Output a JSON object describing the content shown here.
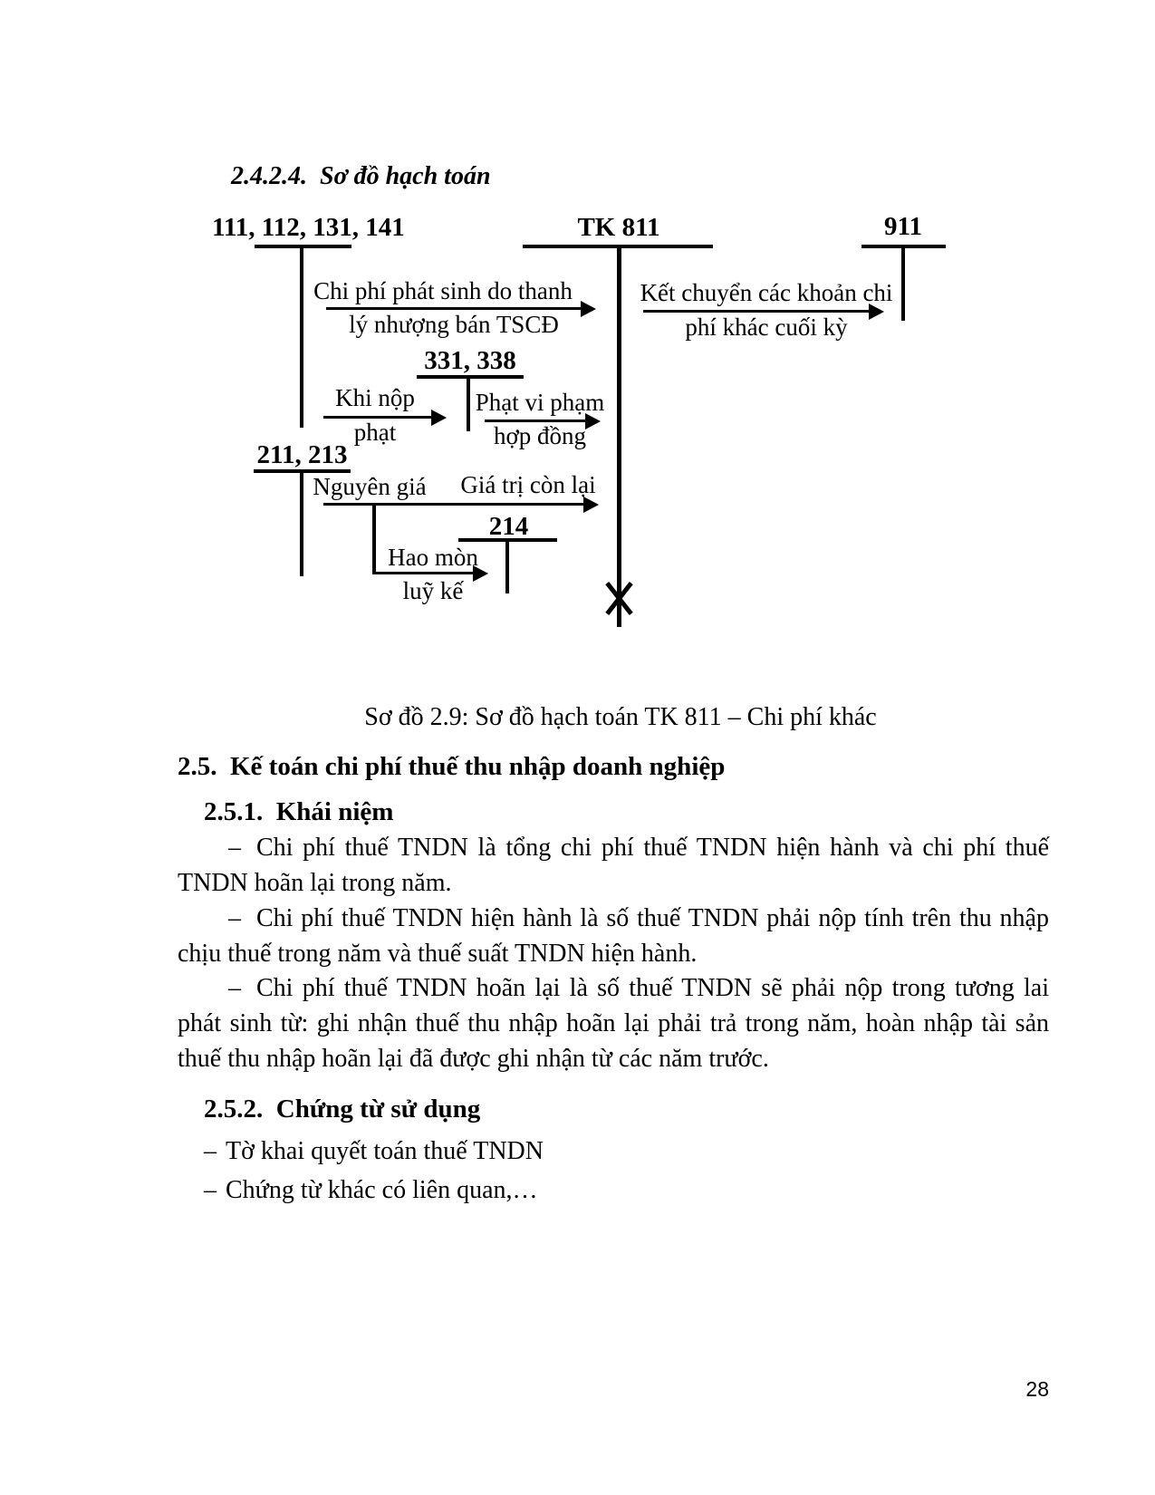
{
  "page": {
    "number": "28",
    "background": "#ffffff",
    "ink": "#000000"
  },
  "headings": {
    "h2424": "2.4.2.4.  Sơ đồ hạch toán",
    "h25": "2.5.  Kế toán chi phí thuế thu nhập doanh nghiệp",
    "h251": "2.5.1.  Khái niệm",
    "h252": "2.5.2.  Chứng từ sử dụng"
  },
  "diagram": {
    "accounts": {
      "a111": "111, 112, 131, 141",
      "tk811": "TK 811",
      "a911": "911",
      "a331": "331, 338",
      "a211": "211, 213",
      "a214": "214"
    },
    "flows": {
      "thanh_ly_1": "Chi phí phát sinh do thanh",
      "thanh_ly_2": "lý nhượng bán TSCĐ",
      "ket_chuyen_1": "Kết chuyển các khoản chi",
      "ket_chuyen_2": "phí khác cuối kỳ",
      "khi_nop_1": "Khi nộp",
      "khi_nop_2": "phạt",
      "phat_1": "Phạt vi phạm",
      "phat_2": "hợp đồng",
      "nguyen_gia": "Nguyên giá",
      "gia_tri_con_lai": "Giá trị còn lại",
      "hao_mon_1": "Hao mòn",
      "hao_mon_2": "luỹ kế"
    },
    "caption": "Sơ đồ 2.9: Sơ đồ hạch toán TK 811 – Chi phí khác"
  },
  "section25": {
    "bullets": [
      {
        "dash": "–",
        "text": "Chi phí thuế TNDN là tổng chi phí thuế TNDN hiện hành và chi phí thuế TNDN hoãn lại trong năm."
      },
      {
        "dash": "–",
        "text": "Chi phí thuế TNDN hiện hành là số thuế TNDN phải nộp tính trên thu nhập chịu thuế trong năm và thuế suất TNDN hiện hành."
      },
      {
        "dash": "–",
        "text": "Chi phí thuế TNDN hoãn lại là số thuế TNDN sẽ phải nộp trong tương lai phát sinh từ: ghi nhận thuế thu nhập hoãn lại phải trả trong năm, hoàn nhập tài sản thuế thu nhập hoãn lại đã được ghi nhận từ các năm trước."
      }
    ],
    "documents": [
      {
        "dash": "–",
        "text": "Tờ khai quyết toán thuế TNDN"
      },
      {
        "dash": "–",
        "text": "Chứng từ khác có liên quan,…"
      }
    ]
  }
}
